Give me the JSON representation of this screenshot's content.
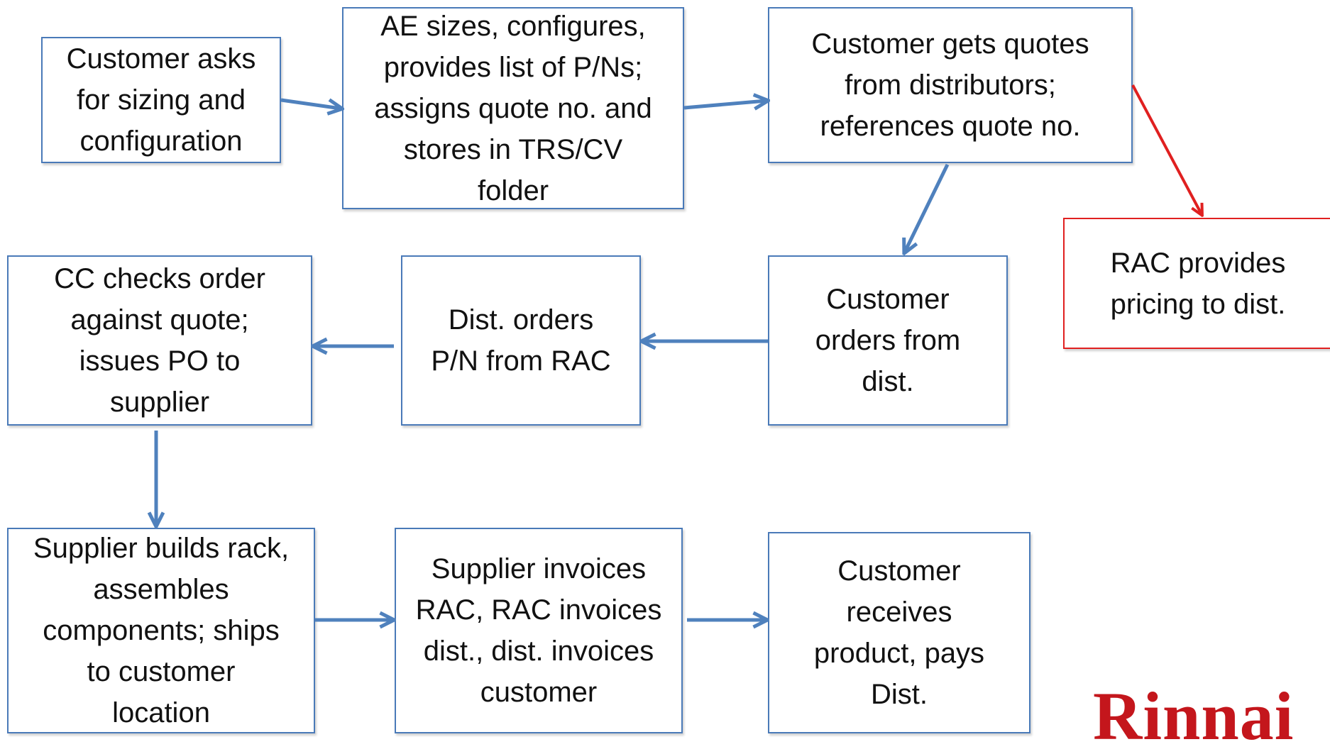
{
  "nodes": {
    "customer_asks": "Customer asks\nfor sizing and\nconfiguration",
    "ae_sizes": "AE sizes, configures,\nprovides list of P/Ns;\nassigns quote no. and\nstores in TRS/CV\nfolder",
    "customer_quotes": "Customer  gets quotes\nfrom distributors;\nreferences quote no.",
    "rac_pricing": "RAC provides\npricing to dist.",
    "customer_orders": "Customer\norders from\ndist.",
    "dist_orders": "Dist. orders\nP/N from RAC",
    "cc_checks": "CC checks order\nagainst quote;\nissues PO to\nsupplier",
    "supplier_builds": "Supplier builds rack,\nassembles\ncomponents; ships\nto customer\nlocation",
    "supplier_invoices": "Supplier invoices\nRAC, RAC invoices\ndist., dist. invoices\ncustomer",
    "customer_receives": "Customer\nreceives\nproduct, pays\nDist."
  },
  "logo_text": "Rinnai",
  "colors": {
    "box_border": "#4a7ab8",
    "arrow_blue": "#4f81bd",
    "arrow_red": "#e02020",
    "logo_red": "#c4161c"
  }
}
